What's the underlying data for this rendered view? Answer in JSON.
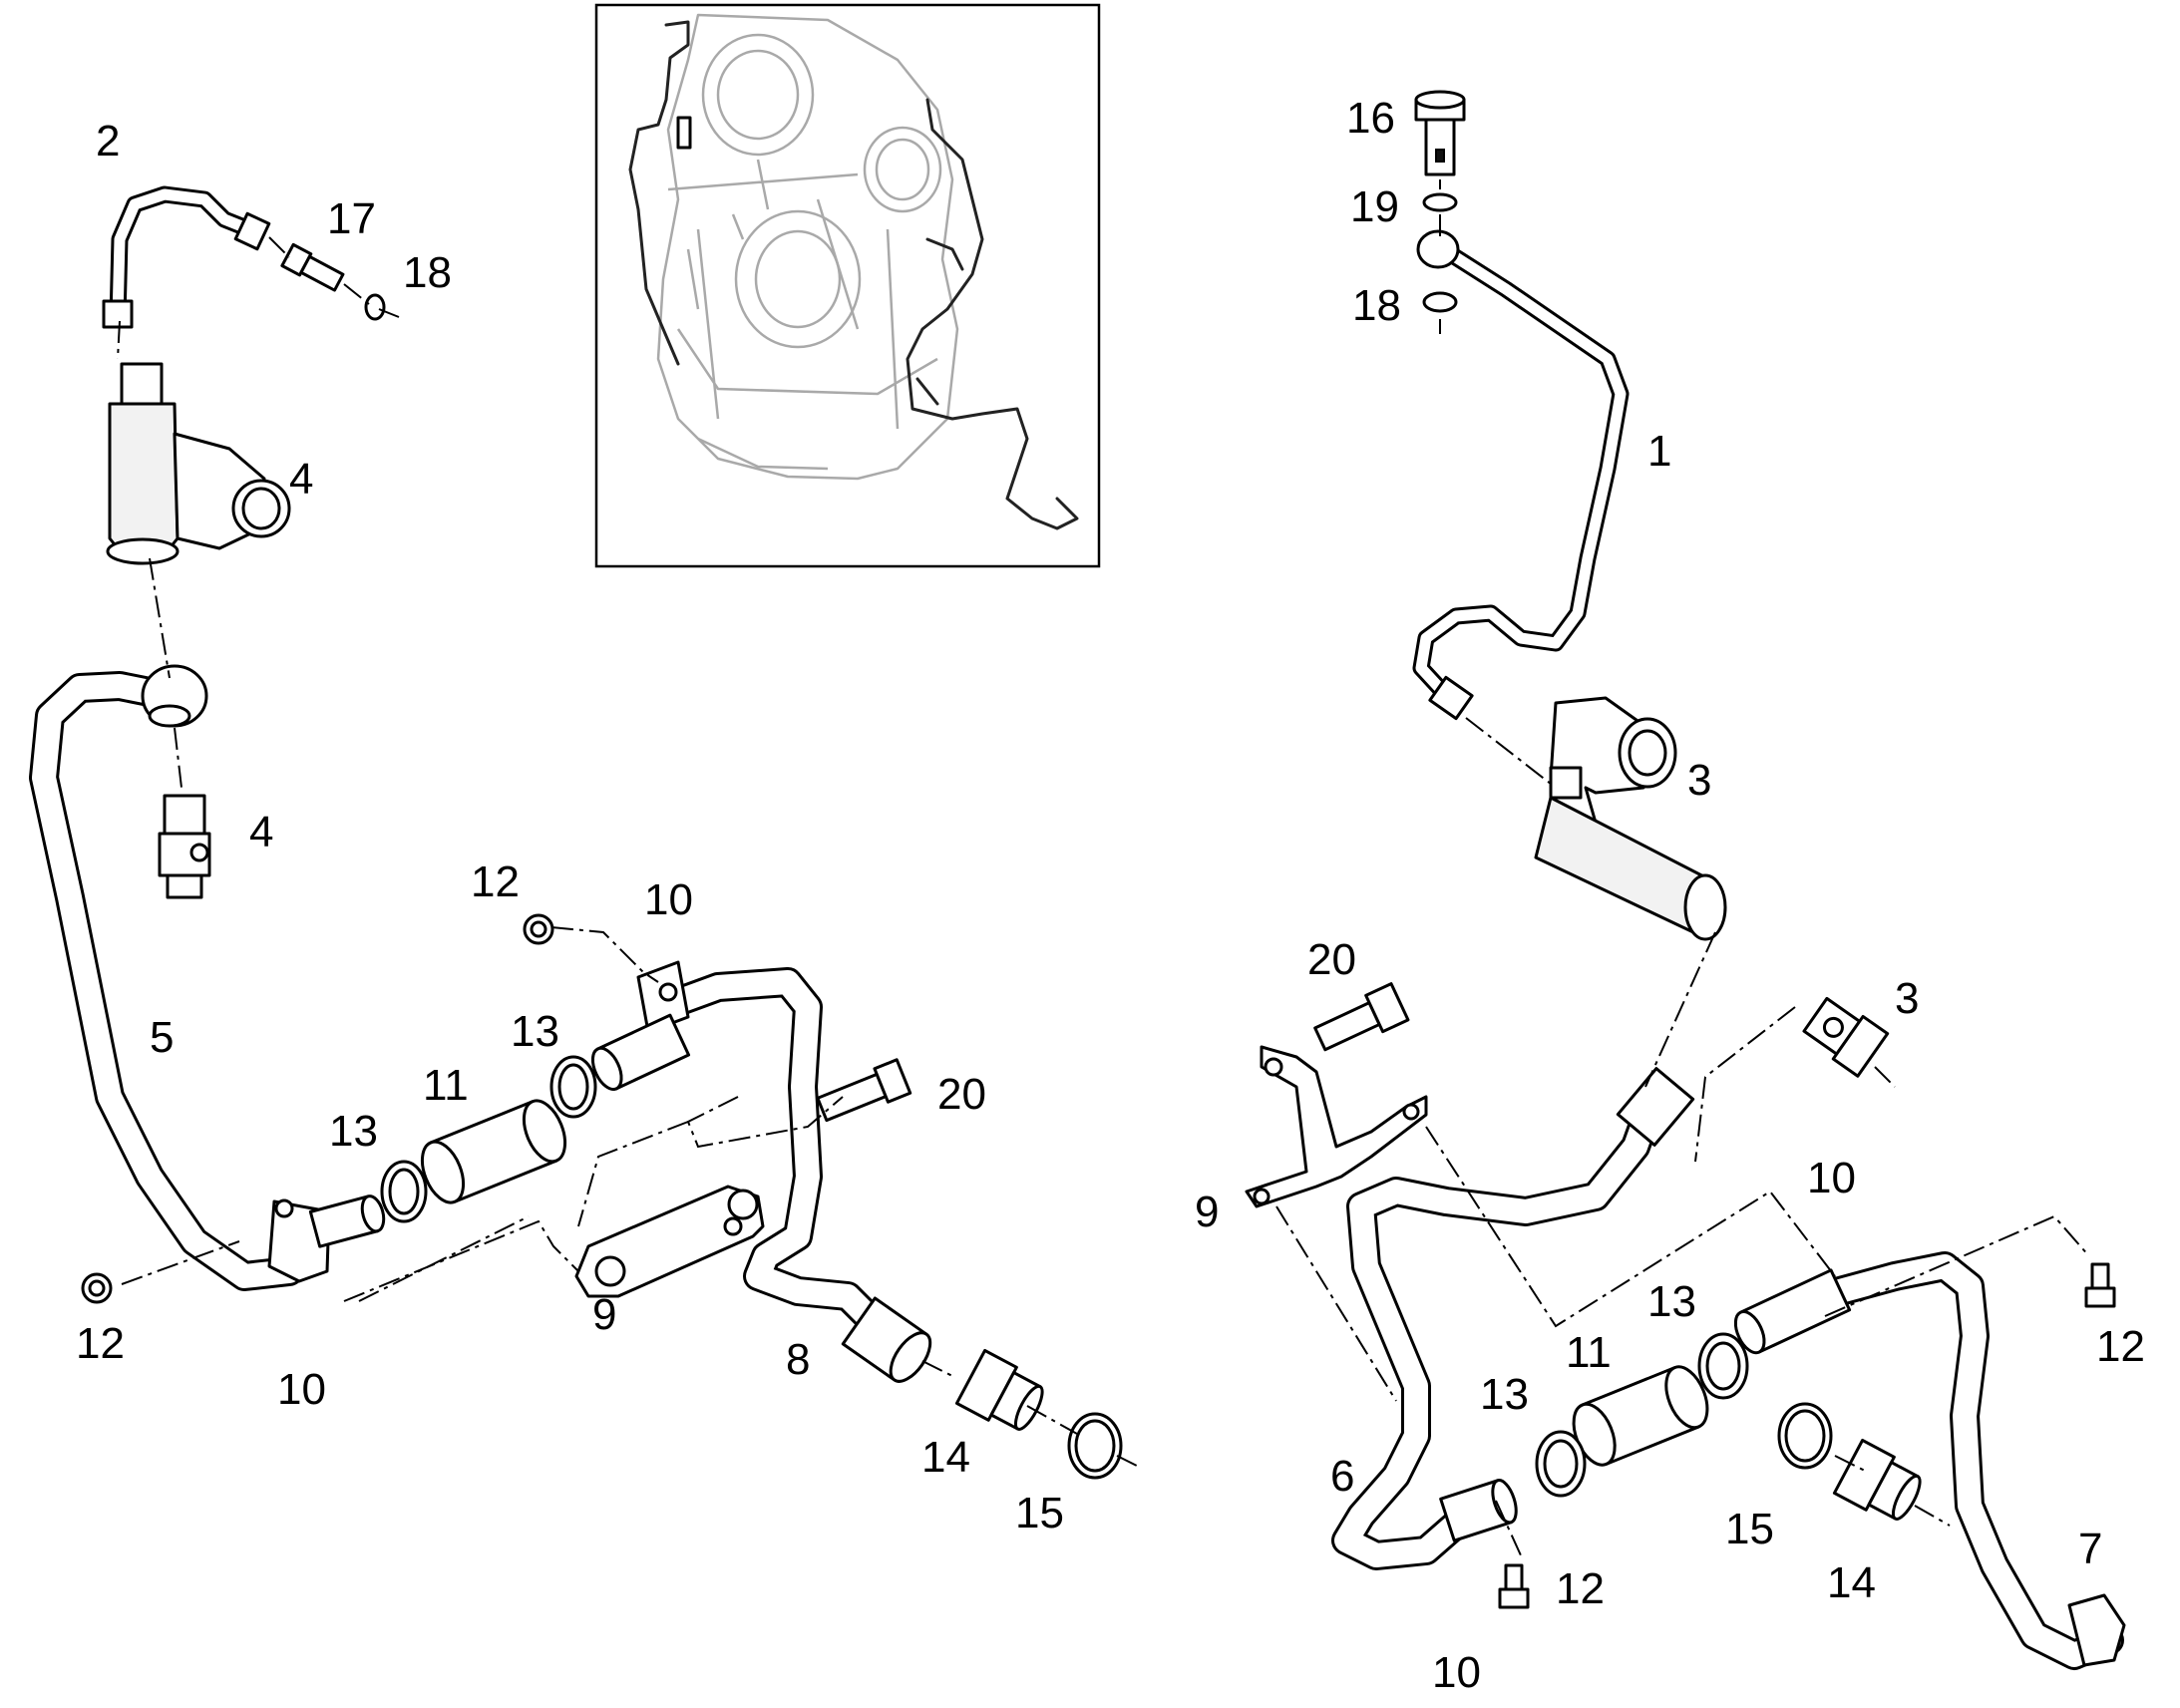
{
  "callouts": {
    "c1": {
      "label": "1"
    },
    "c2": {
      "label": "2"
    },
    "c3a": {
      "label": "3"
    },
    "c3b": {
      "label": "3"
    },
    "c4a": {
      "label": "4"
    },
    "c4b": {
      "label": "4"
    },
    "c5": {
      "label": "5"
    },
    "c6": {
      "label": "6"
    },
    "c7": {
      "label": "7"
    },
    "c8": {
      "label": "8"
    },
    "c9a": {
      "label": "9"
    },
    "c9b": {
      "label": "9"
    },
    "c10a": {
      "label": "10"
    },
    "c10b": {
      "label": "10"
    },
    "c10c": {
      "label": "10"
    },
    "c10d": {
      "label": "10"
    },
    "c11a": {
      "label": "11"
    },
    "c11b": {
      "label": "11"
    },
    "c12a": {
      "label": "12"
    },
    "c12b": {
      "label": "12"
    },
    "c12c": {
      "label": "12"
    },
    "c12d": {
      "label": "12"
    },
    "c13a": {
      "label": "13"
    },
    "c13b": {
      "label": "13"
    },
    "c13c": {
      "label": "13"
    },
    "c13d": {
      "label": "13"
    },
    "c14a": {
      "label": "14"
    },
    "c14b": {
      "label": "14"
    },
    "c15a": {
      "label": "15"
    },
    "c15b": {
      "label": "15"
    },
    "c16": {
      "label": "16"
    },
    "c17": {
      "label": "17"
    },
    "c18a": {
      "label": "18"
    },
    "c18b": {
      "label": "18"
    },
    "c19": {
      "label": "19"
    },
    "c20a": {
      "label": "20"
    },
    "c20b": {
      "label": "20"
    }
  },
  "colors": {
    "line": "#000000",
    "background": "#ffffff",
    "inset_housing": "#a9a9a9",
    "inset_highlight": "#222222"
  }
}
